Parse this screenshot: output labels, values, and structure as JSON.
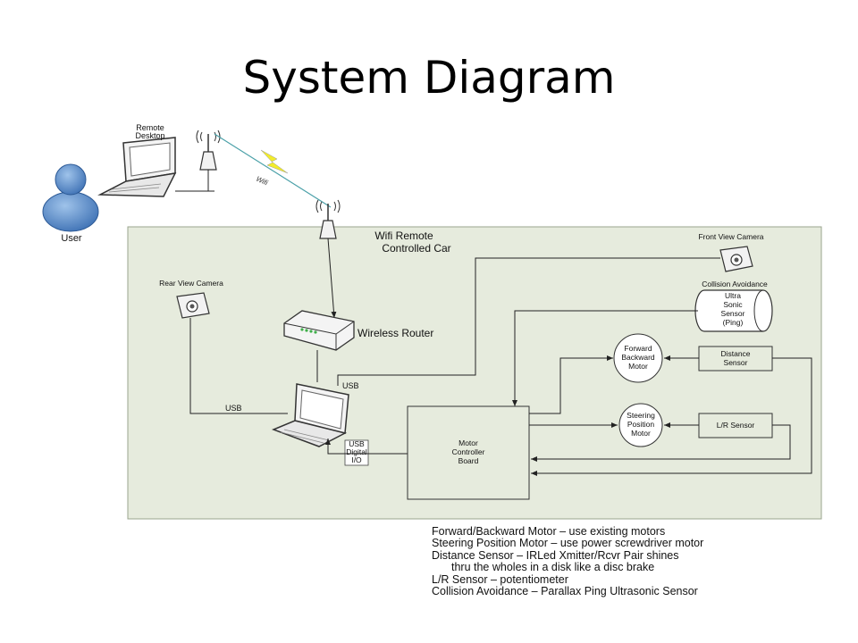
{
  "title": "System Diagram",
  "labels": {
    "remote_desktop_line1": "Remote",
    "remote_desktop_line2": "Desktop",
    "user": "User",
    "wifi": "Wifi",
    "car_line1": "Wifi Remote",
    "car_line2": "Controlled Car",
    "rear_camera": "Rear View Camera",
    "front_camera": "Front View Camera",
    "collision": "Collision Avoidance",
    "sonar_line1": "Ultra",
    "sonar_line2": "Sonic",
    "sonar_line3": "Sensor",
    "sonar_line4": "(Ping)",
    "wireless_router": "Wireless Router",
    "usb_top": "USB",
    "usb_left": "USB",
    "io_line1": "USB",
    "io_line2": "Digital",
    "io_line3": "I/O",
    "mcb_line1": "Motor",
    "mcb_line2": "Controller",
    "mcb_line3": "Board",
    "fb_line1": "Forward",
    "fb_line2": "Backward",
    "fb_line3": "Motor",
    "sp_line1": "Steering",
    "sp_line2": "Position",
    "sp_line3": "Motor",
    "dist_line1": "Distance",
    "dist_line2": "Sensor",
    "lr_sensor": "L/R Sensor"
  },
  "notes": {
    "line1": "Forward/Backward Motor – use existing motors",
    "line2": "Steering Position Motor – use power screwdriver motor",
    "line3": "Distance Sensor – IRLed Xmitter/Rcvr Pair shines",
    "line4": "thru the wholes in a disk like a disc brake",
    "line5": "L/R Sensor – potentiometer",
    "line6": "Collision Avoidance – Parallax Ping Ultrasonic Sensor"
  },
  "colors": {
    "car_panel": "#e6ebdd",
    "user_icon": "#4a7fc0",
    "lightning": "#f2ec2c",
    "line": "#222222"
  }
}
